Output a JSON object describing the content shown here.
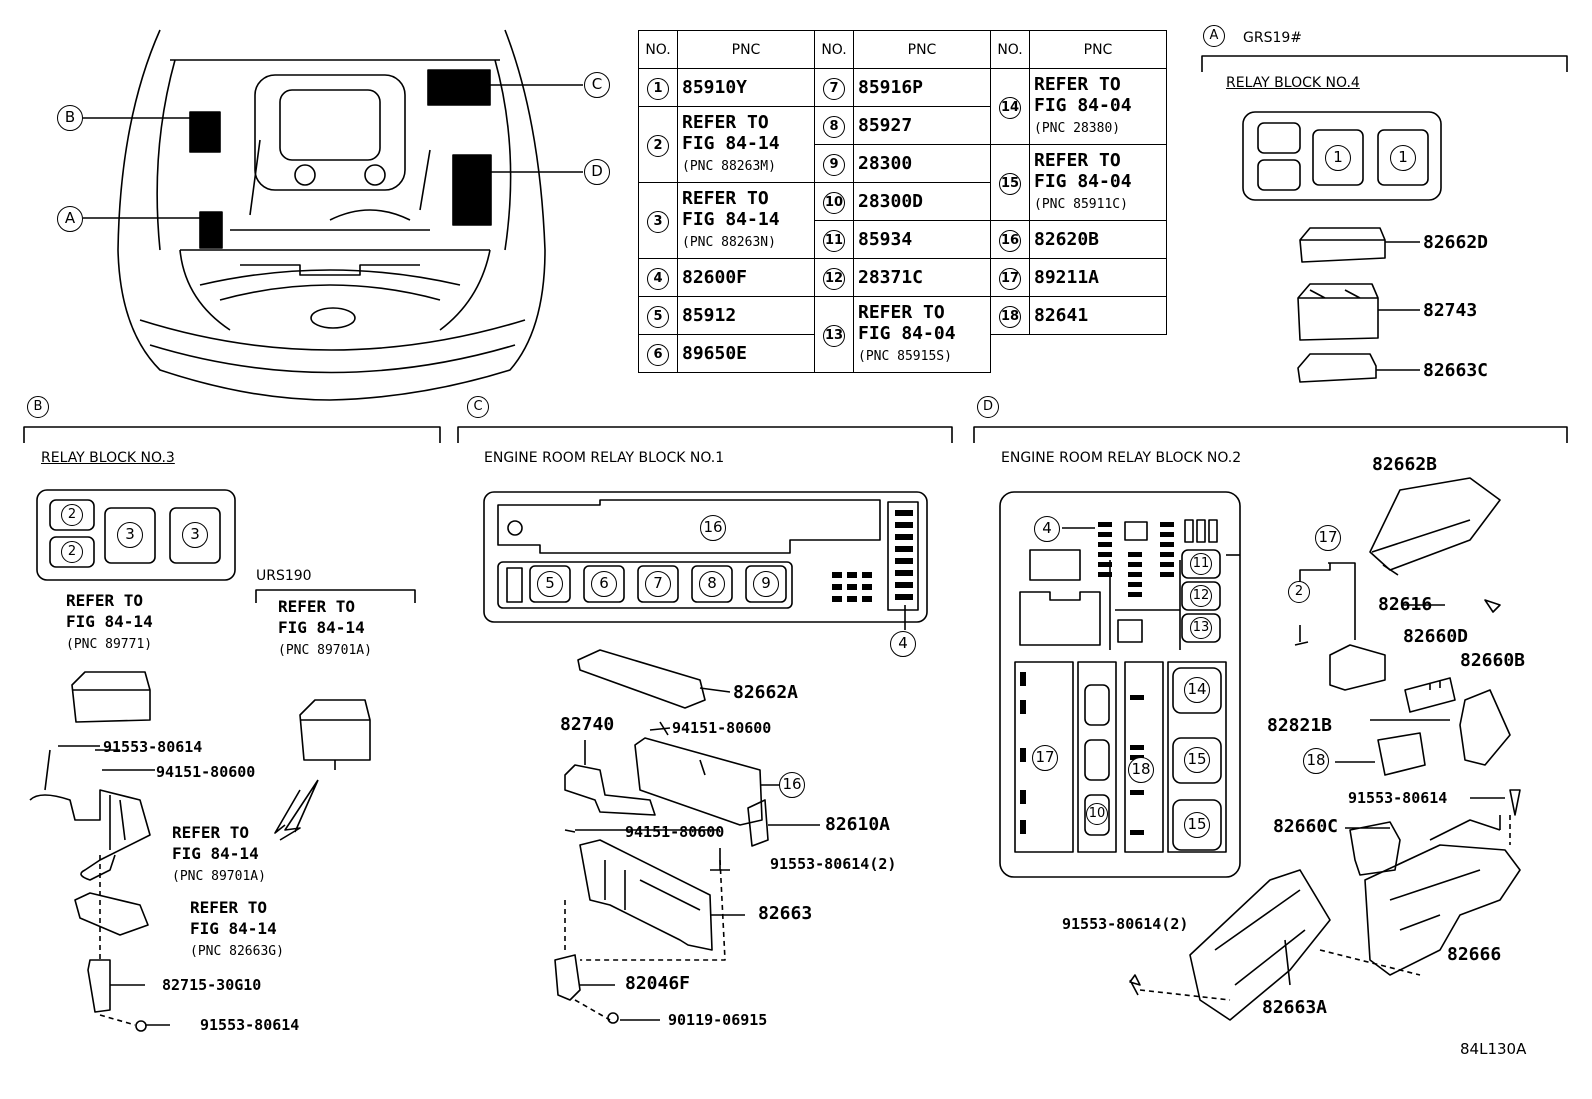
{
  "table": {
    "headers": [
      "NO.",
      "PNC",
      "NO.",
      "PNC",
      "NO.",
      "PNC"
    ],
    "rows": {
      "r1": {
        "no": "1",
        "pnc": "85910Y"
      },
      "r2": {
        "no": "2",
        "l1": "REFER TO",
        "l2": "FIG 84-14",
        "l3": "(PNC 88263M)"
      },
      "r3": {
        "no": "3",
        "l1": "REFER TO",
        "l2": "FIG 84-14",
        "l3": "(PNC 88263N)"
      },
      "r4": {
        "no": "4",
        "pnc": "82600F"
      },
      "r5": {
        "no": "5",
        "pnc": "85912"
      },
      "r6": {
        "no": "6",
        "pnc": "89650E"
      },
      "r7": {
        "no": "7",
        "pnc": "85916P"
      },
      "r8": {
        "no": "8",
        "pnc": "85927"
      },
      "r9": {
        "no": "9",
        "pnc": "28300"
      },
      "r10": {
        "no": "10",
        "pnc": "28300D"
      },
      "r11": {
        "no": "11",
        "pnc": "85934"
      },
      "r12": {
        "no": "12",
        "pnc": "28371C"
      },
      "r13": {
        "no": "13",
        "l1": "REFER TO",
        "l2": "FIG 84-04",
        "l3": "(PNC 85915S)"
      },
      "r14": {
        "no": "14",
        "l1": "REFER TO",
        "l2": "FIG 84-04",
        "l3": "(PNC 28380)"
      },
      "r15": {
        "no": "15",
        "l1": "REFER TO",
        "l2": "FIG 84-04",
        "l3": "(PNC 85911C)"
      },
      "r16": {
        "no": "16",
        "pnc": "82620B"
      },
      "r17": {
        "no": "17",
        "pnc": "89211A"
      },
      "r18": {
        "no": "18",
        "pnc": "82641"
      }
    }
  },
  "callouts": {
    "a": "A",
    "b": "B",
    "c": "C",
    "d": "D"
  },
  "sectionA": {
    "model": "GRS19#",
    "title": "RELAY BLOCK NO.4",
    "relay1": "1",
    "relay2": "1",
    "parts": {
      "p1": "82662D",
      "p2": "82743",
      "p3": "82663C"
    }
  },
  "sectionB": {
    "title": "RELAY BLOCK NO.3",
    "r2a": "2",
    "r2b": "2",
    "r3a": "3",
    "r3b": "3",
    "ref1": {
      "l1": "REFER TO",
      "l2": "FIG 84-14",
      "l3": "(PNC 89771)"
    },
    "model": "URS190",
    "ref2": {
      "l1": "REFER TO",
      "l2": "FIG 84-14",
      "l3": "(PNC 89701A)"
    },
    "ref3": {
      "l1": "REFER TO",
      "l2": "FIG 84-14",
      "l3": "(PNC 89701A)"
    },
    "ref4": {
      "l1": "REFER TO",
      "l2": "FIG 84-14",
      "l3": "(PNC 82663G)"
    },
    "parts": {
      "bolt1": "91553-80614",
      "nut": "94151-80600",
      "bracket": "82715-30G10",
      "bolt2": "91553-80614"
    }
  },
  "sectionC": {
    "title": "ENGINE ROOM RELAY BLOCK NO.1",
    "n16": "16",
    "n5": "5",
    "n6": "6",
    "n7": "7",
    "n8": "8",
    "n9": "9",
    "n4": "4",
    "n16b": "16",
    "parts": {
      "cover": "82662A",
      "clip": "82740",
      "nut": "94151-80600",
      "fuse": "82610A",
      "nut2": "94151-80600",
      "bolt": "91553-80614(2)",
      "lower": "82663",
      "bracket": "82046F",
      "screw": "90119-06915"
    }
  },
  "sectionD": {
    "title": "ENGINE ROOM RELAY BLOCK NO.2",
    "n4": "4",
    "n11": "11",
    "n12": "12",
    "n13": "13",
    "n14": "14",
    "n15a": "15",
    "n15b": "15",
    "n17": "17",
    "n18": "18",
    "n10": "10",
    "c17": "17",
    "c2": "2",
    "c18": "18",
    "parts": {
      "cover": "82662B",
      "p82616": "82616",
      "p82660D": "82660D",
      "p82660B": "82660B",
      "p82821B": "82821B",
      "bolt": "91553-80614",
      "p82660C": "82660C",
      "bolt2": "91553-80614(2)",
      "p82666": "82666",
      "p82663A": "82663A"
    }
  },
  "fig_code": "84L130A"
}
